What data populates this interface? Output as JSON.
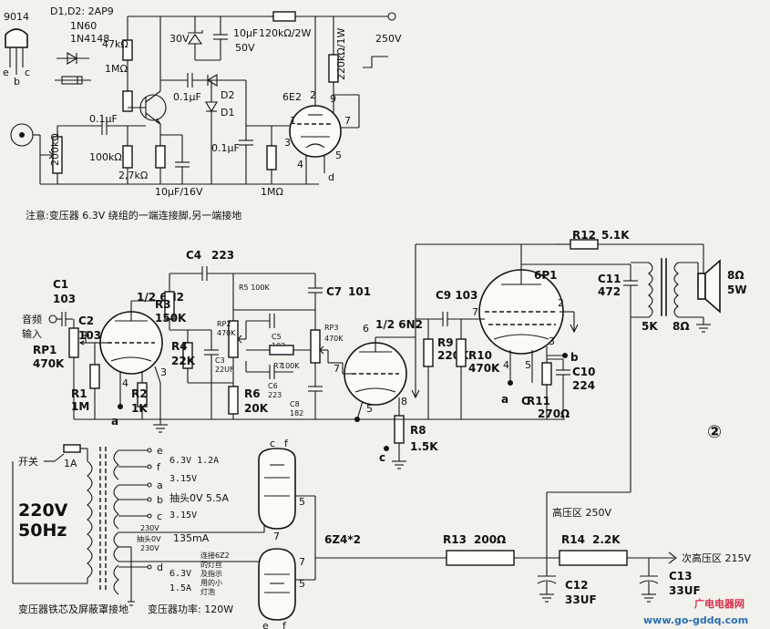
{
  "labels": {
    "transistor_type": "9014",
    "transistor_pin_e": "e",
    "transistor_pin_b": "b",
    "transistor_pin_c": "c",
    "diode_list": [
      "D1,D2: 2AP9",
      "1N60",
      "1N4148"
    ],
    "ts_47k": "47kΩ",
    "ts_1m_top": "1MΩ",
    "ts_01uf_in": "0.1μF",
    "ts_01uf_mid": "0.1μF",
    "ts_01uf_low": "0.1μF",
    "ts_100k": "100kΩ",
    "ts_27k": "2,7kΩ",
    "ts_200k": "200kΩ",
    "ts_10uf16": "10μF/16V",
    "ts_1m_bottom": "1MΩ",
    "ts_30v": "30V",
    "ts_10uf50_a": "10μF",
    "ts_10uf50_b": "50V",
    "ts_120k2w": "120kΩ/2W",
    "ts_220k1w": "220kΩ/1W",
    "ts_250v_top": "250V",
    "ts_d2": "D2",
    "ts_d1": "D1",
    "ts_6e2": "6E2",
    "ts_p2": "2",
    "ts_p9": "9",
    "ts_p7": "7",
    "ts_p1": "1",
    "ts_p3": "3",
    "ts_p4": "4",
    "ts_p5": "5",
    "ts_pd": "d",
    "note": "注意:变压器 6.3V 绕组的一端连接脚,另一端接地",
    "c1": "C1",
    "c1v": "103",
    "c2": "C2",
    "c2v": "103",
    "audio_in_1": "音频",
    "audio_in_2": "输入",
    "rp1": "RP1",
    "rp1v": "470K",
    "r1": "R1",
    "r1v": "1M",
    "r2": "R2",
    "r2v": "1K",
    "tube1": "1/2 6N2",
    "r3": "R3",
    "r3v": "150K",
    "r4": "R4",
    "r4v": "22K",
    "c4": "C4",
    "c4v": "223",
    "r5": "R5 100K",
    "rp2": "RP2",
    "rp2v": "470K",
    "c3": "C3",
    "c3v": "22UF",
    "c5": "C5",
    "c5v": "102",
    "r7": "R7",
    "r7v": "100K",
    "c6": "C6",
    "c6v": "223",
    "r6": "R6",
    "r6v": "20K",
    "c7": "C7",
    "c7v": "101",
    "rp3": "RP3",
    "rp3v": "470K",
    "c8": "C8",
    "c8v": "182",
    "tube2": "1/2 6N2",
    "t2_p6": "6",
    "t2_p7": "7",
    "t2_p8": "8",
    "c9": "C9 103",
    "r9": "R9",
    "r9v": "220K",
    "r10": "R10",
    "r10v": "470K",
    "r8": "R8",
    "r8v": "1.5K",
    "r12": "R12",
    "r12v": "5.1K",
    "tube3": "6P1",
    "t3_p7": "7",
    "t3_p2": "2",
    "t3_p3": "3",
    "t3_p4": "4",
    "t3_p5": "5",
    "c11": "C11",
    "c11v": "472",
    "c10": "C10",
    "c10v": "224",
    "r11": "R11",
    "r11v": "270Ω",
    "spk_imp": "8Ω",
    "spk_pow": "5W",
    "tr_5k": "5K",
    "tr_8ohm": "8Ω",
    "marker_a": "a",
    "marker_b": "b",
    "marker_c": "c",
    "marker_cr": "C",
    "circled_2": "②",
    "switch": "开关",
    "fuse": "1A",
    "mains_v": "220V",
    "mains_f": "50Hz",
    "tap_e": "e",
    "tap_f": "f",
    "tap_a": "a",
    "tap_b": "b",
    "tap_c": "c",
    "tap_d": "d",
    "w_e": "6.3V 1.2A",
    "w_f": "3.15V",
    "w_b": "抽头0V 5.5A",
    "w_c": "3.15V",
    "hv_a": "230V",
    "hv_tap": "抽头0V",
    "hv_b": "230V",
    "hv_i": "135mA",
    "w_d1": "6.3V",
    "w_d2": "1.5A",
    "lamp_note": [
      "连接6Z2",
      "的灯丝",
      "及指示",
      "用的小",
      "灯泡"
    ],
    "core_note": "变压器铁芯及屏蔽罩接地",
    "tr_power": "变压器功率: 120W",
    "rect_p1": "c",
    "rect_p2": "f",
    "rect_p3": "5",
    "rect_p4": "7",
    "rect_p5": "e",
    "rect_p6": "f",
    "rect_p7": "5",
    "rectifier": "6Z4*2",
    "r13": "R13",
    "r13v": "200Ω",
    "r14": "R14",
    "r14v": "2.2K",
    "hv_zone": "高压区 250V",
    "sub_hv": "次高压区 215V",
    "c12": "C12",
    "c12v": "33UF",
    "c13": "C13",
    "c13v": "33UF",
    "watermark_cn": "广电电器网",
    "watermark_url": "www.go-gddq.com"
  }
}
